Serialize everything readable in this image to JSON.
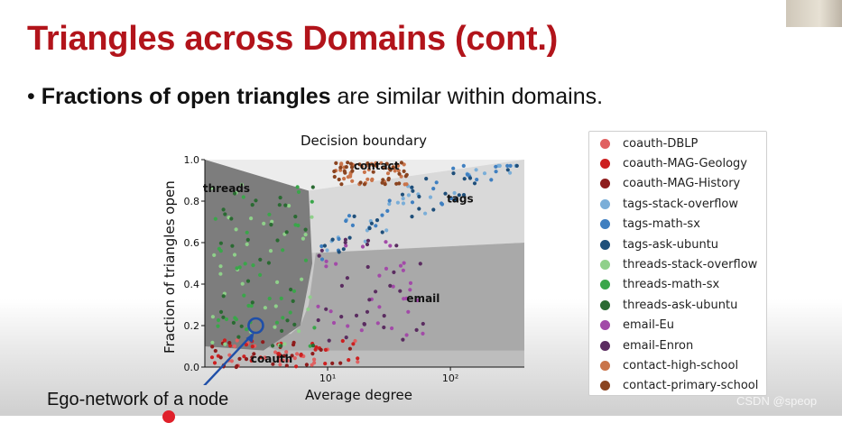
{
  "slide": {
    "title": "Triangles across Domains (cont.)",
    "bullet_prefix": "• ",
    "bullet_bold": "Fractions of open triangles",
    "bullet_rest": " are similar within domains.",
    "annotation": "Ego-network of a node",
    "watermark": "CSDN @speop"
  },
  "chart_data": {
    "type": "scatter",
    "title": "Decision boundary",
    "xlabel": "Average degree",
    "ylabel": "Fraction of triangles open",
    "xscale": "log",
    "xlim": [
      1.0,
      400
    ],
    "ylim": [
      0.0,
      1.0
    ],
    "xticks": [
      {
        "value": 10,
        "label": "10¹"
      },
      {
        "value": 100,
        "label": "10²"
      }
    ],
    "yticks": [
      {
        "value": 0.0,
        "label": "0.0"
      },
      {
        "value": 0.2,
        "label": "0.2"
      },
      {
        "value": 0.4,
        "label": "0.4"
      },
      {
        "value": 0.6,
        "label": "0.6"
      },
      {
        "value": 0.8,
        "label": "0.8"
      },
      {
        "value": 1.0,
        "label": "1.0"
      }
    ],
    "region_labels": [
      {
        "text": "contact",
        "x": 25,
        "y": 0.97
      },
      {
        "text": "threads",
        "x": 1.5,
        "y": 0.86
      },
      {
        "text": "tags",
        "x": 120,
        "y": 0.81
      },
      {
        "text": "email",
        "x": 60,
        "y": 0.33
      },
      {
        "text": "coauth",
        "x": 3.5,
        "y": 0.04
      }
    ],
    "legend_position": "right",
    "series": [
      {
        "name": "coauth-DBLP",
        "color": "#e06060",
        "domain": "coauth"
      },
      {
        "name": "coauth-MAG-Geology",
        "color": "#cc2020",
        "domain": "coauth"
      },
      {
        "name": "coauth-MAG-History",
        "color": "#8e1c1c",
        "domain": "coauth"
      },
      {
        "name": "tags-stack-overflow",
        "color": "#7aaed8",
        "domain": "tags"
      },
      {
        "name": "tags-math-sx",
        "color": "#3f7fc0",
        "domain": "tags"
      },
      {
        "name": "tags-ask-ubuntu",
        "color": "#1f4f7a",
        "domain": "tags"
      },
      {
        "name": "threads-stack-overflow",
        "color": "#8fd08a",
        "domain": "threads"
      },
      {
        "name": "threads-math-sx",
        "color": "#3aa64a",
        "domain": "threads"
      },
      {
        "name": "threads-ask-ubuntu",
        "color": "#2a6a32",
        "domain": "threads"
      },
      {
        "name": "email-Eu",
        "color": "#a24aa8",
        "domain": "email"
      },
      {
        "name": "email-Enron",
        "color": "#5a2c60",
        "domain": "email"
      },
      {
        "name": "contact-high-school",
        "color": "#c9744a",
        "domain": "contact"
      },
      {
        "name": "contact-primary-school",
        "color": "#8a4420",
        "domain": "contact"
      }
    ],
    "highlight": {
      "x": 2.6,
      "y": 0.2,
      "color": "#1f4fa8"
    }
  }
}
